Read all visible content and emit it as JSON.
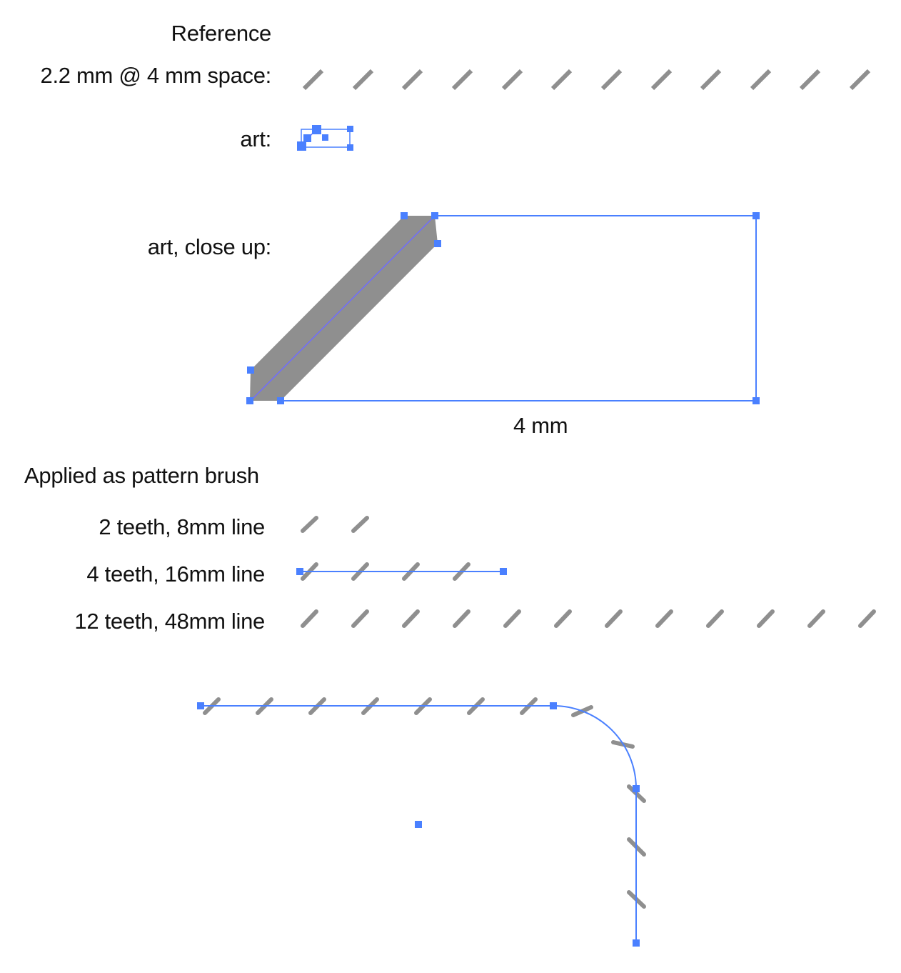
{
  "colors": {
    "tooth_fill": "#8f8f8f",
    "selection_blue": "#4a80ff",
    "inner_path": "#6f6cff",
    "text": "#111111",
    "background": "#ffffff"
  },
  "reference": {
    "heading": "Reference",
    "spacing_label": "2.2 mm @ 4 mm space:",
    "art_label": "art:",
    "closeup_label": "art, close up:",
    "dimension_label": "4 mm",
    "tooth_count": 12
  },
  "pattern_brush": {
    "heading": "Applied as pattern brush",
    "rows": [
      {
        "label": "2 teeth, 8mm line",
        "teeth": 2,
        "selected": false
      },
      {
        "label": "4 teeth, 16mm line",
        "teeth": 4,
        "selected": true
      },
      {
        "label": "12 teeth, 48mm line",
        "teeth": 12,
        "selected": false
      }
    ],
    "curved_path": {
      "straight_teeth": 7,
      "curve_teeth": 2,
      "vertical_teeth": 3,
      "selected": true
    }
  }
}
